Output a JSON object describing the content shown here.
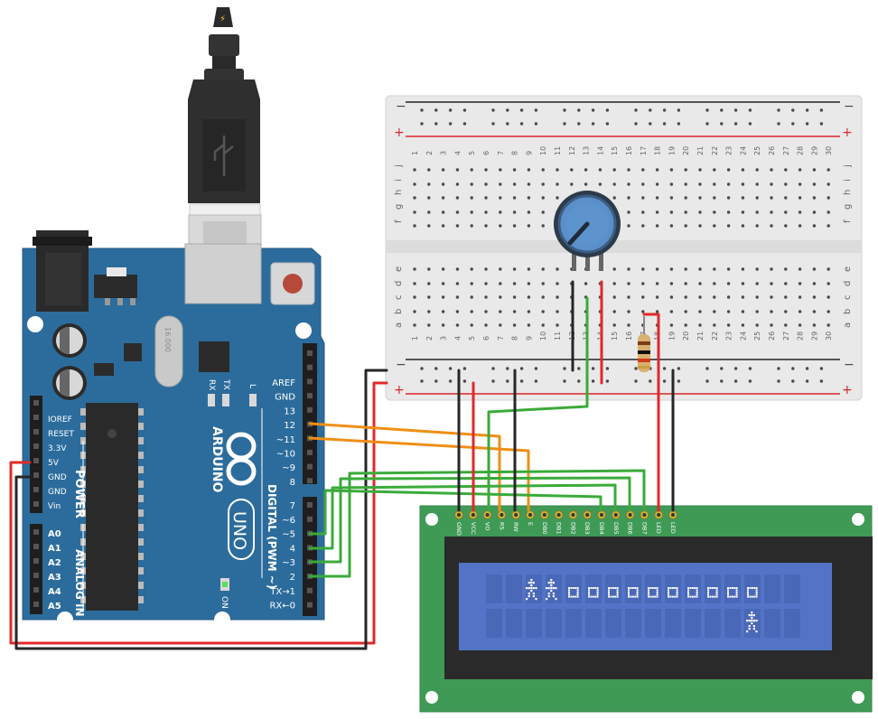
{
  "arduino": {
    "brand": "ARDUINO",
    "model": "UNO",
    "crystal": "16.000",
    "led_tx": "TX",
    "led_rx": "RX",
    "led_l": "L",
    "on_label": "ON",
    "power_label": "POWER",
    "analog_label": "ANALOG IN",
    "digital_label": "DIGITAL (PWM ~)",
    "power_pins": [
      "IOREF",
      "RESET",
      "3.3V",
      "5V",
      "GND",
      "GND",
      "Vin"
    ],
    "analog_pins": [
      "A0",
      "A1",
      "A2",
      "A3",
      "A4",
      "A5"
    ],
    "digital_top": [
      "AREF",
      "GND",
      "13",
      "12",
      "~11",
      "~10",
      "~9",
      "8"
    ],
    "digital_bottom": [
      "7",
      "~6",
      "~5",
      "4",
      "~3",
      "2",
      "TX→1",
      "RX←0"
    ]
  },
  "breadboard": {
    "minus": "−",
    "plus": "+",
    "rows_top": [
      "j",
      "i",
      "h",
      "g",
      "f"
    ],
    "rows_bottom": [
      "e",
      "d",
      "c",
      "b",
      "a"
    ],
    "columns": [
      "1",
      "2",
      "3",
      "4",
      "5",
      "6",
      "7",
      "8",
      "9",
      "10",
      "11",
      "12",
      "13",
      "14",
      "15",
      "16",
      "17",
      "18",
      "19",
      "20",
      "21",
      "22",
      "23",
      "24",
      "25",
      "26",
      "27",
      "28",
      "29",
      "30"
    ]
  },
  "lcd": {
    "pins": [
      "GND",
      "VCC",
      "VO",
      "RS",
      "RW",
      "E",
      "DB0",
      "DB1",
      "DB2",
      "DB3",
      "DB4",
      "DB5",
      "DB6",
      "DB7",
      "LED",
      "LED"
    ]
  },
  "colors": {
    "board": "#2c6c9c",
    "lcd_pcb": "#3f9a56",
    "lcd_screen": "#5374c6",
    "wire_red": "#e0292a",
    "wire_black": "#262626",
    "wire_green": "#3aab3a",
    "wire_orange": "#ef8f16"
  }
}
